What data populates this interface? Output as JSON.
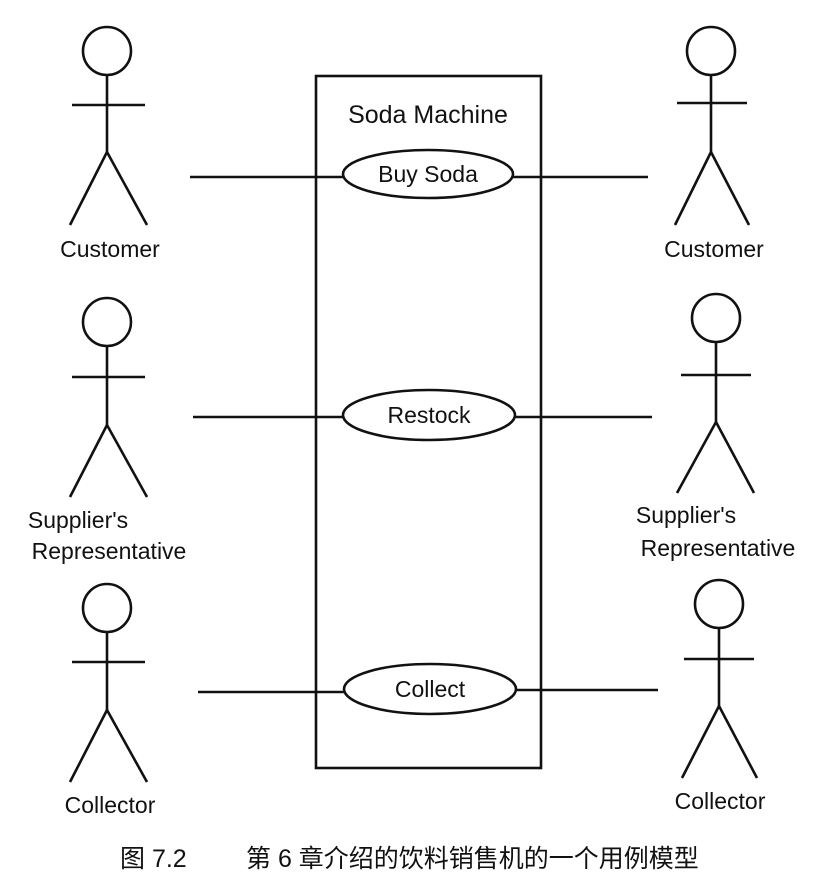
{
  "system": {
    "title": "Soda Machine"
  },
  "use_cases": [
    {
      "label": "Buy Soda"
    },
    {
      "label": "Restock"
    },
    {
      "label": "Collect"
    }
  ],
  "actors_left": [
    {
      "label_lines": [
        "Customer"
      ]
    },
    {
      "label_lines": [
        "Supplier's",
        "Representative"
      ]
    },
    {
      "label_lines": [
        "Collector"
      ]
    }
  ],
  "actors_right": [
    {
      "label_lines": [
        "Customer"
      ]
    },
    {
      "label_lines": [
        "Supplier's",
        "Representative"
      ]
    },
    {
      "label_lines": [
        "Collector"
      ]
    }
  ],
  "caption": {
    "figure_number": "图 7.2",
    "text": "第 6 章介绍的饮料销售机的一个用例模型"
  }
}
